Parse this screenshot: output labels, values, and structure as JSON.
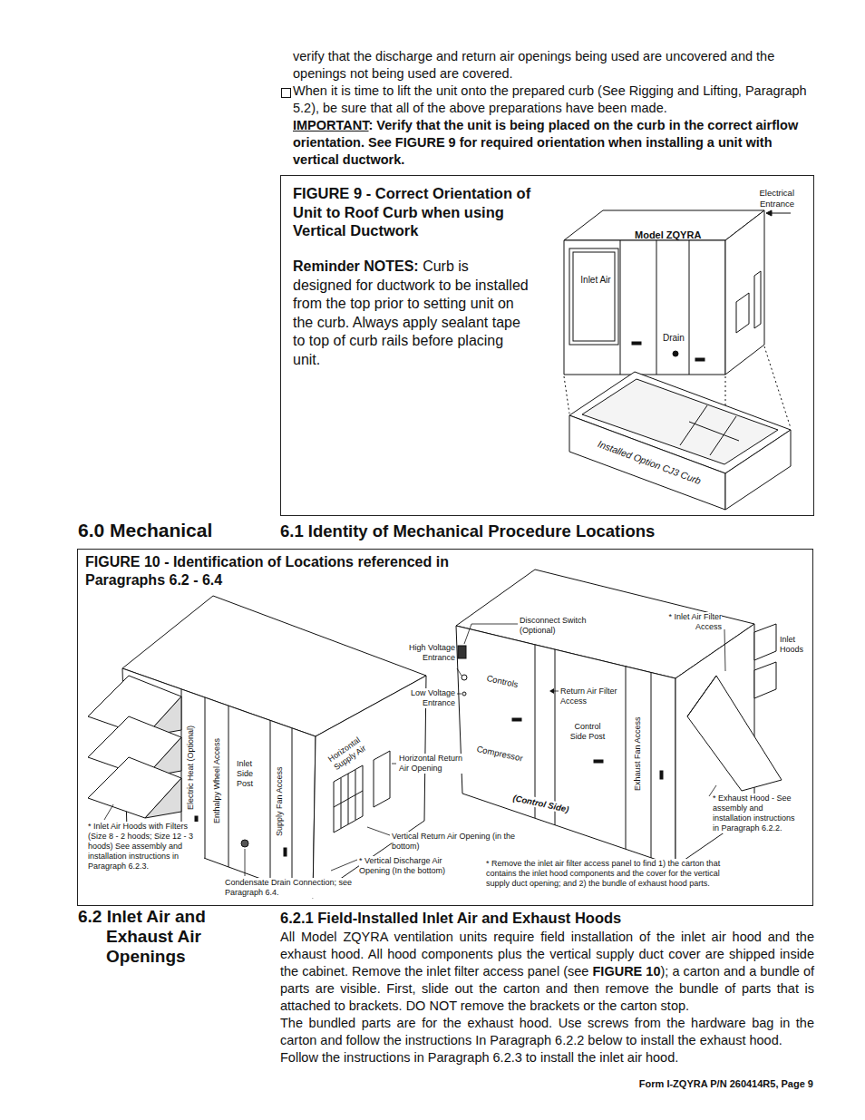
{
  "diagram": {
    "nodes": [
      {
        "text": [
          "FIGURE 9 - Correct Orientation of Unit to Roof Curb when using Vertical Ductwork",
          "Reminder NOTES:",
          "Curb is designed for ductwork to be installed from the top prior to setting unit on the curb. Always apply sealant tape to top of curb rails before placing unit."
        ]
      },
      {
        "text": [
          "FIGURE 10 - Identification of Locations referenced in Paragraphs 6.2 - 6.4"
        ]
      }
    ],
    "labels": [
      "verify that the discharge and return air openings being used are uncovered and the openings not being used are covered.",
      "When it is time to lift the unit onto the prepared curb (See Rigging and Lifting, Paragraph 5.2), be sure that all of the above preparations have been made.",
      "IMPORTANT",
      ": Verify that the unit is being placed on the curb in the correct airflow orientation. See FIGURE 9 for required orientation when installing a unit with vertical ductwork.",
      "Electrical Entrance",
      "Model ZQYRA",
      "Inlet Air",
      "Drain",
      "Installed Option CJ3 Curb",
      "6.0 Mechanical",
      "6.1 Identity of Mechanical Procedure Locations",
      "Electric Heat (Optional)",
      "Enthalpy Wheel Access",
      "Inlet Side Post",
      "Supply Fan Access",
      "Horizontal Supply Air",
      "Horizontal Return Air Opening",
      "* Inlet Air Hoods with Filters (Size 8 - 2 hoods; Size 12 - 3 hoods) See assembly and installation instructions in Paragraph 6.2.3.",
      "Condensate Drain Connection; see Paragraph 6.4.",
      "Vertical Return Air Opening (in the bottom)",
      "* Vertical Discharge Air Opening (In the bottom)",
      "Disconnect Switch (Optional)",
      "High Voltage Entrance",
      "Low Voltage Entrance",
      "Controls",
      "Compressor",
      "Return Air Filter Access",
      "Control Side Post",
      "Exhaust Fan Access",
      "(Control Side)",
      "* Inlet Air Filter Access",
      "Inlet Hoods",
      "* Exhaust Hood - See assembly and installation instructions in Paragraph 6.2.2.",
      "* Remove the inlet air filter access panel to find 1) the carton that contains the inlet hood components and the cover for the vertical supply duct opening; and 2) the bundle of exhaust hood parts.",
      "6.2 Inlet Air and Exhaust Air Openings",
      "6.2.1 Field-Installed Inlet Air and Exhaust Hoods",
      "All Model ZQYRA ventilation units require field installation of the inlet air hood and the exhaust hood. All hood components plus the vertical supply duct cover are shipped inside the cabinet. Remove the inlet filter access panel (see ",
      "FIGURE 10",
      "); a carton and a bundle of parts are visible. First, slide out the carton and then remove the bundle of parts that is attached to brackets. DO NOT remove the brackets or the carton stop.",
      "The bundled parts are for the exhaust hood. Use screws from the hardware bag in the carton and follow the instructions In Paragraph 6.2.2 below to install the exhaust hood.",
      "Follow the instructions in Paragraph 6.2.3 to install the inlet air hood.",
      "Form I-ZQYRA P/N 260414R5, Page 9"
    ]
  }
}
